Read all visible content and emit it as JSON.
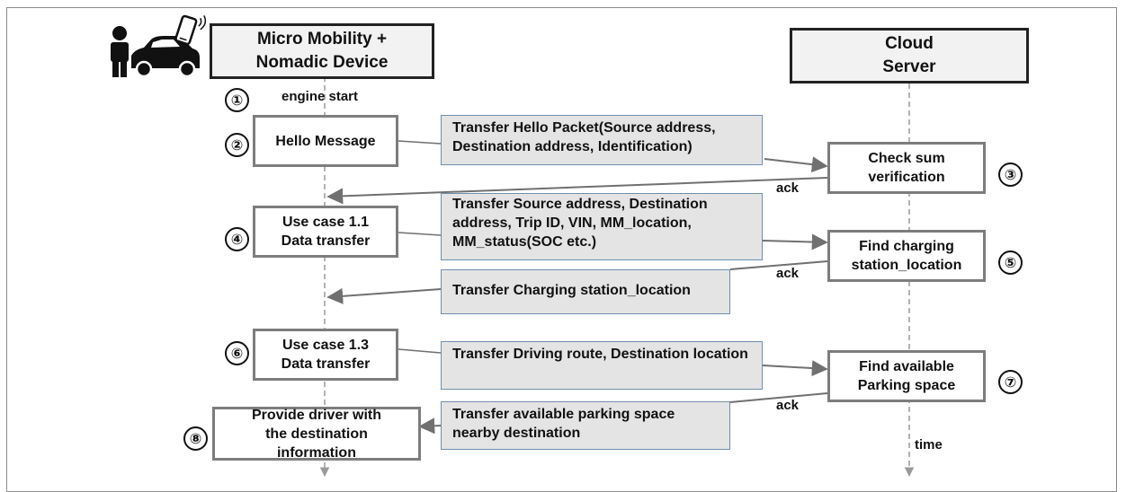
{
  "headers": {
    "left": "Micro Mobility +\nNomadic Device",
    "right": "Cloud\nServer"
  },
  "labels": {
    "engine_start": "engine start",
    "ack": "ack",
    "time": "time"
  },
  "steps": [
    "①",
    "②",
    "③",
    "④",
    "⑤",
    "⑥",
    "⑦",
    "⑧"
  ],
  "device_boxes": {
    "hello": "Hello Message",
    "uc11": "Use case 1.1\nData transfer",
    "uc13": "Use case 1.3\nData transfer",
    "provide": "Provide driver with\nthe destination\ninformation"
  },
  "server_boxes": {
    "checksum": "Check sum\nverification",
    "charging": "Find charging\nstation_location",
    "parking": "Find available\nParking space"
  },
  "messages": {
    "hello_packet": "Transfer Hello Packet(Source address, Destination address, Identification)",
    "source_info": "Transfer Source address, Destination address, Trip ID, VIN, MM_location, MM_status(SOC etc.)",
    "charging_location": "Transfer Charging station_location",
    "driving_route": "Transfer Driving route, Destination location",
    "parking_space": "Transfer available parking space nearby destination"
  },
  "colors": {
    "box_border": "#7d7d7d",
    "message_fill": "#e4e4e4",
    "message_border": "#6f8fb0",
    "arrow": "#707070",
    "lifeline": "#9a9a9a"
  },
  "icons": [
    "person-icon",
    "car-icon",
    "smartphone-icon"
  ]
}
